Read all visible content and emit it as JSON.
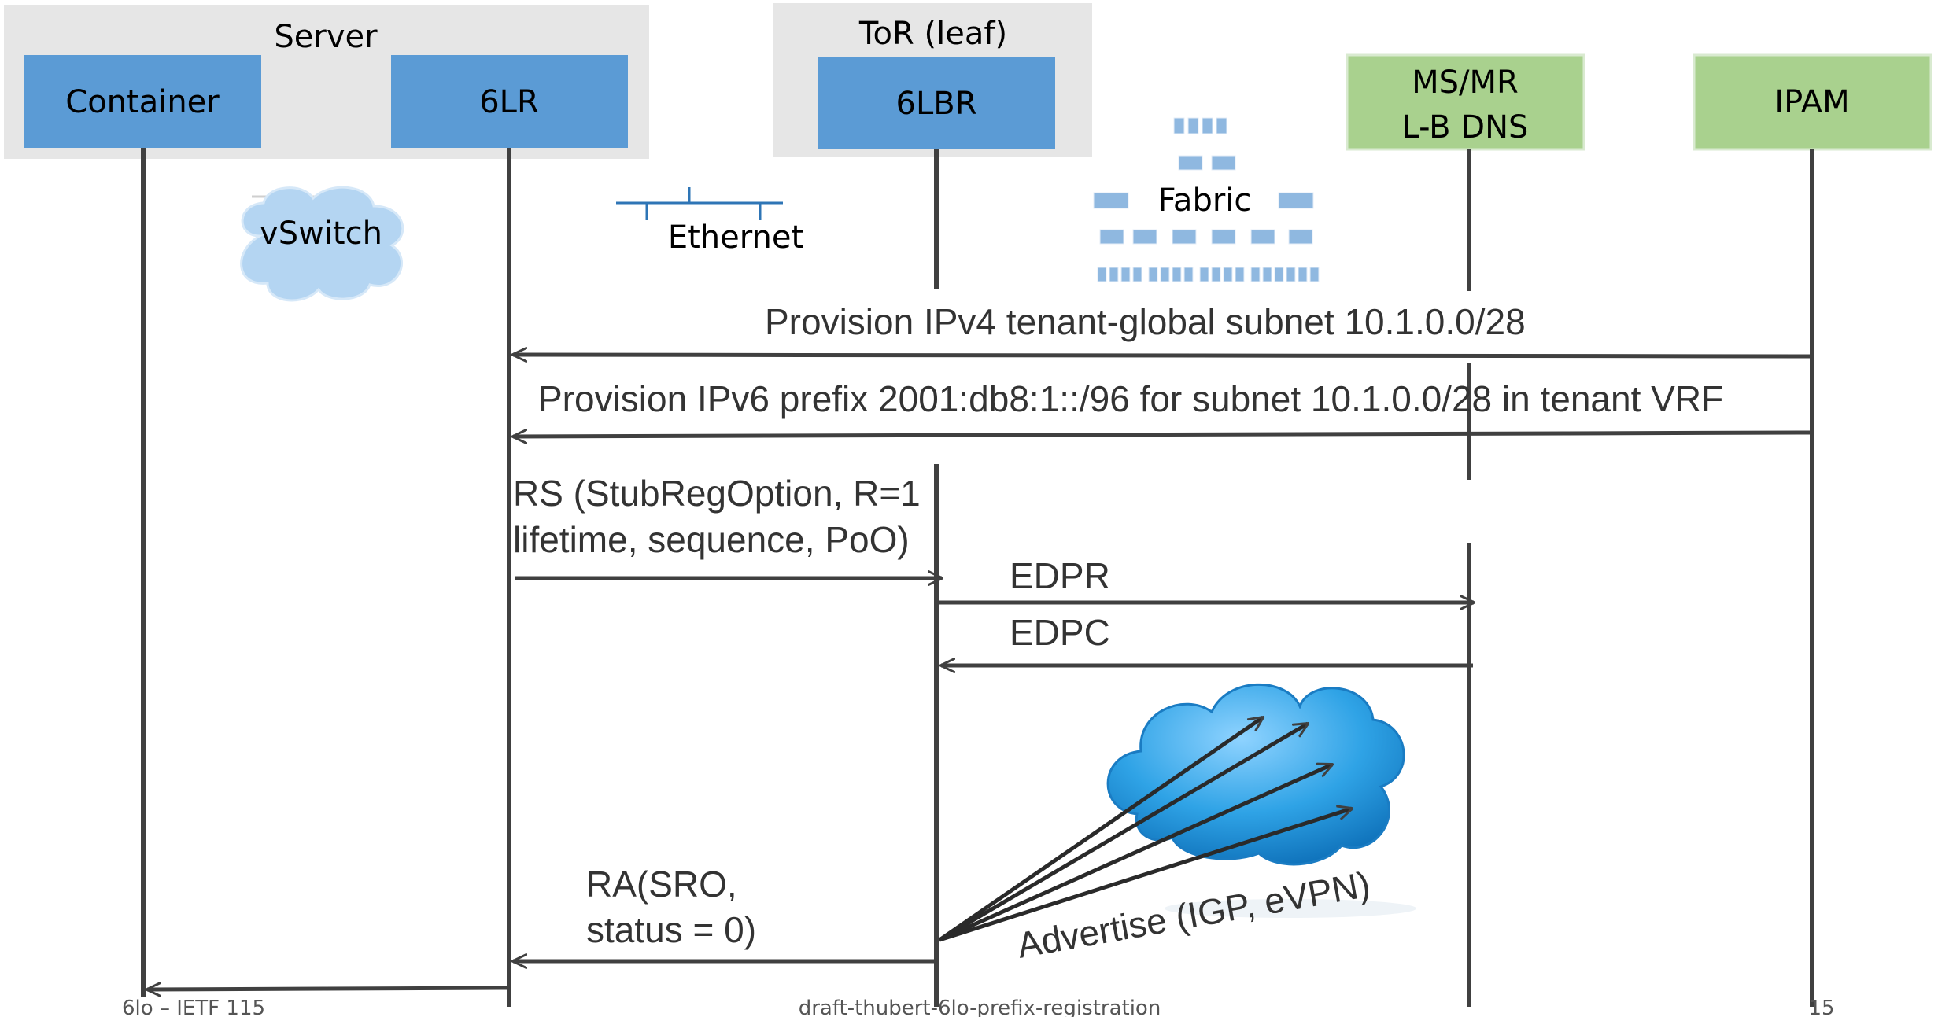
{
  "groups": {
    "server": "Server",
    "tor": "ToR (leaf)"
  },
  "nodes": {
    "container": "Container",
    "lr": "6LR",
    "lbr": "6LBR",
    "msmr_line1": "MS/MR",
    "msmr_line2": "L-B DNS",
    "ipam": "IPAM"
  },
  "network_labels": {
    "vswitch": "vSwitch",
    "ethernet": "Ethernet",
    "fabric": "Fabric"
  },
  "messages": {
    "provision_ipv4": "Provision IPv4 tenant-global subnet 10.1.0.0/28",
    "provision_ipv6": "Provision IPv6 prefix 2001:db8:1::/96 for subnet 10.1.0.0/28 in tenant VRF",
    "rs_line1": "RS (StubRegOption, R=1",
    "rs_line2": "lifetime, sequence, PoO)",
    "edpr": "EDPR",
    "edpc": "EDPC",
    "ra_line1": "RA(SRO,",
    "ra_line2": "status = 0)",
    "advertise": "Advertise (IGP, eVPN)"
  },
  "footer": {
    "left": "6lo – IETF 115",
    "center": "draft-thubert-6lo-prefix-registration",
    "page": "15"
  },
  "colors": {
    "blue_node": "#5b9bd5",
    "green_node": "#a9d18e",
    "group_bg": "#e6e6e6",
    "line": "#404040",
    "cloud_blue": "#1f8fd6",
    "vswitch_cloud": "#b4d5f2"
  }
}
